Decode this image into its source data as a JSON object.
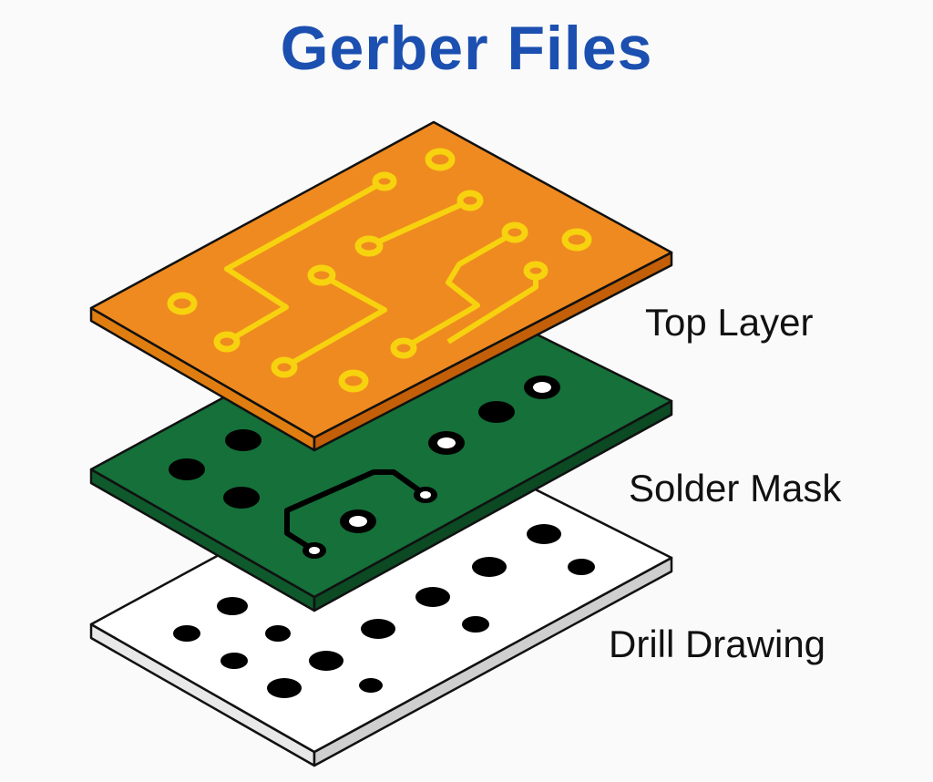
{
  "title": "Gerber Files",
  "layers": [
    {
      "label": "Top Layer",
      "color": "#ef8a20"
    },
    {
      "label": "Solder Mask",
      "color": "#15703a"
    },
    {
      "label": "Drill Drawing",
      "color": "#ffffff"
    }
  ],
  "colors": {
    "title": "#1b4fb0",
    "copper": "#f7d20e"
  }
}
